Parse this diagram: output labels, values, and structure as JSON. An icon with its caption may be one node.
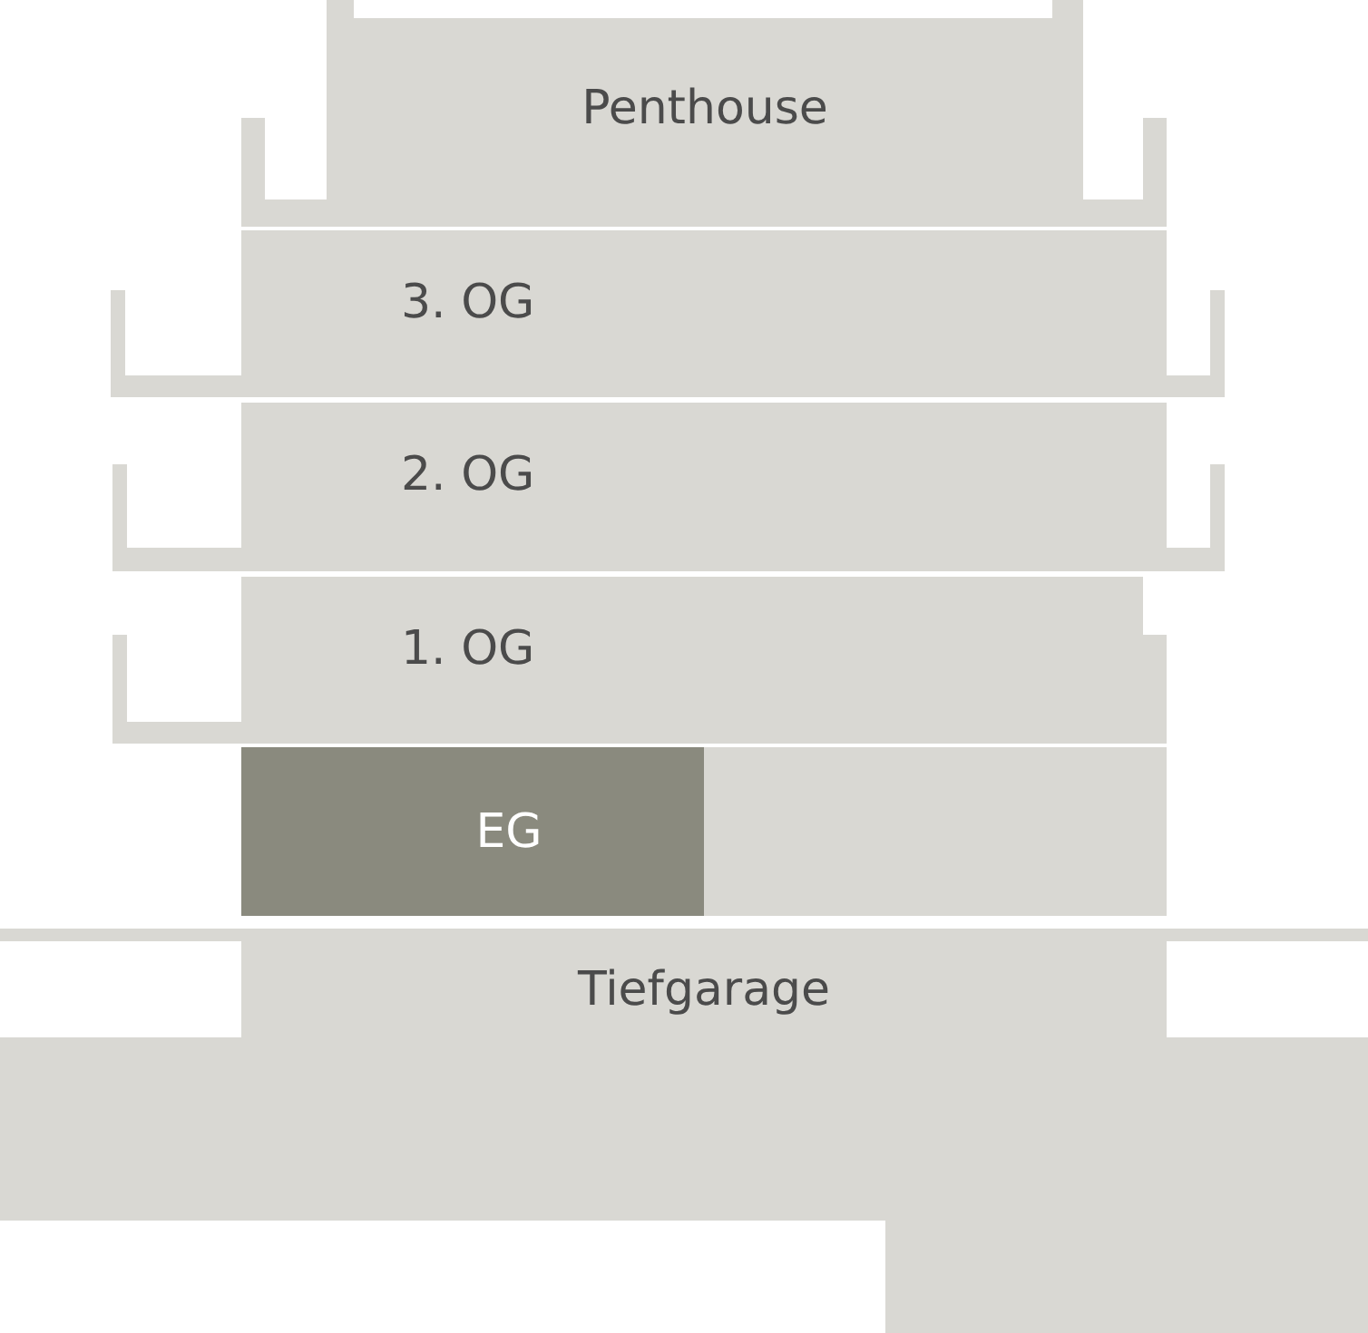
{
  "diagram": {
    "nodes": [
      {
        "text": [
          "Penthouse"
        ]
      },
      {
        "text": [
          "3. OG"
        ]
      },
      {
        "text": [
          "2. OG"
        ]
      },
      {
        "text": [
          "1. OG"
        ]
      },
      {
        "text": [
          "EG"
        ]
      },
      {
        "text": [
          "Tiefgarage"
        ]
      }
    ]
  }
}
